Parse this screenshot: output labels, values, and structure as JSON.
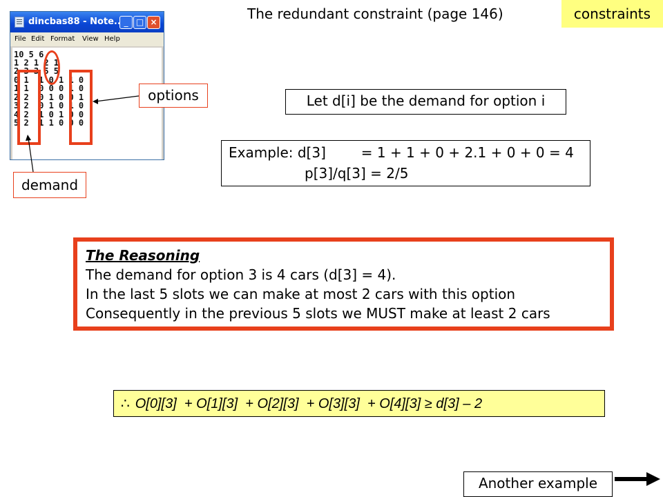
{
  "title": "The redundant constraint (page 146)",
  "tag": "constraints",
  "notepad": {
    "title": "dincbas88 - Note...",
    "menu": [
      "File",
      "Edit",
      "Format",
      "View",
      "Help"
    ],
    "lines": [
      "10 5 6",
      "1 2 1 2 1",
      "2 3 3 5 5",
      "0 1  1 0 1 1 0",
      "1 1  0 0 0 1 0",
      "2 2  0 1 0 0 1",
      "3 2  0 1 0 1 0",
      "4 2  1 0 1 0 0",
      "5 2  1 1 0 0 0"
    ]
  },
  "callouts": {
    "options": "options",
    "demand": "demand"
  },
  "definition": "Let d[i] be the demand for option i",
  "example": {
    "line1": "Example: d[3]        = 1 + 1 + 0 + 2.1 + 0 + 0 = 4",
    "line2": "p[3]/q[3]  = 2/5"
  },
  "reasoning": {
    "title": "The Reasoning",
    "line1": "The demand for option 3 is 4 cars (d[3] = 4).",
    "line2": "In the last 5 slots we can make at most 2 cars with this option",
    "line3": "Consequently in the previous 5 slots we MUST make at least 2 cars"
  },
  "formula": {
    "symbol": "∴",
    "text": "O[0][3]  + O[1][3]  + O[2][3]  + O[3][3]  + O[4][3] ≥ d[3] – 2"
  },
  "nav": {
    "next_label": "Another example"
  }
}
